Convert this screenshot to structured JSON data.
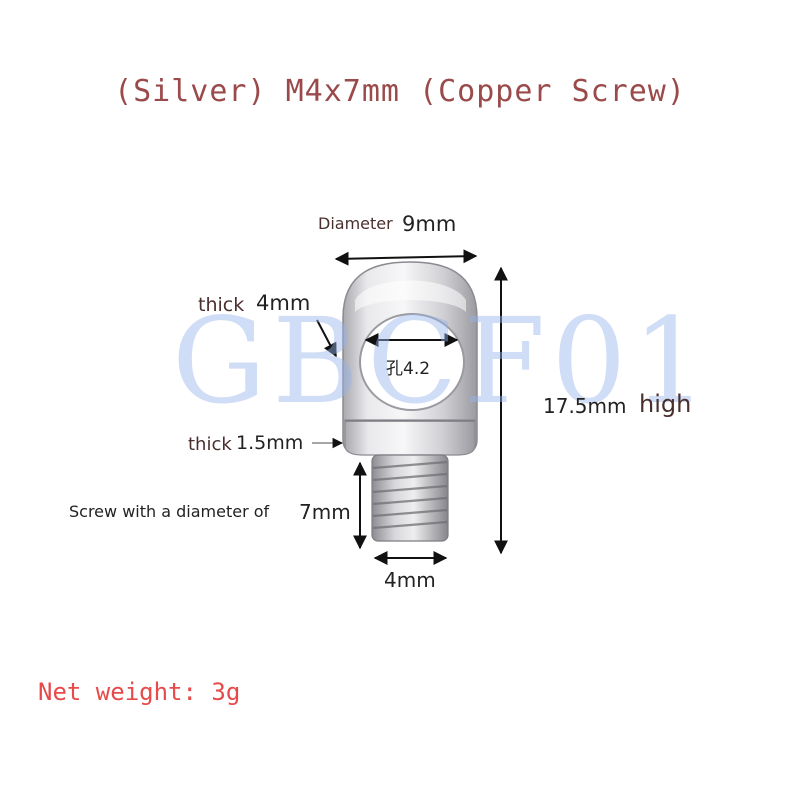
{
  "title": "(Silver) M4x7mm (Copper Screw)",
  "watermark": "GBCF01",
  "labels": {
    "diameter_prefix": "Diameter",
    "diameter_value": "9mm",
    "thick_top_prefix": "thick",
    "thick_top_value": "4mm",
    "hole": "孔4.2",
    "height_value": "17.5mm",
    "height_suffix": "high",
    "thick_bottom_prefix": "thick",
    "thick_bottom_value": "1.5mm",
    "screw_prefix": "Screw with a diameter of",
    "screw_value": "7mm",
    "screw_width": "4mm"
  },
  "net_weight": "Net weight: 3g",
  "colors": {
    "title": "#9a4a4a",
    "weight": "#e64a4a",
    "watermark": "#96b4eb",
    "metal": "#d4d4d8"
  }
}
